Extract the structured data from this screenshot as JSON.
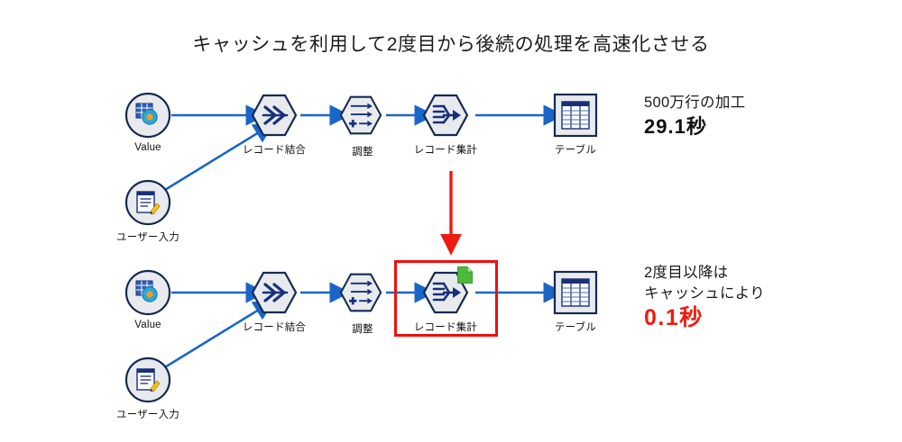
{
  "title": "キャッシュを利用して2度目から後続の処理を高速化させる",
  "colors": {
    "connector_blue": "#1966c8",
    "node_border": "#142a52",
    "node_fill": "#e8eaed",
    "icon_navy": "#17307a",
    "highlight_red": "#f20d0d",
    "arrow_red": "#ee1b11",
    "cache_green": "#4cbb3c",
    "background": "#ffffff"
  },
  "workflows": [
    {
      "id": "first-run",
      "nodes": [
        {
          "id": "value",
          "label": "Value",
          "icon": "grid-gear-icon",
          "shape": "circle"
        },
        {
          "id": "user-input",
          "label": "ユーザー入力",
          "icon": "document-pencil-icon",
          "shape": "circle"
        },
        {
          "id": "join",
          "label": "レコード結合",
          "icon": "double-chevron-icon",
          "shape": "hexagon"
        },
        {
          "id": "formula",
          "label": "調整",
          "icon": "arrows-plus-icon",
          "shape": "hexagon"
        },
        {
          "id": "summarize",
          "label": "レコード集計",
          "icon": "converge-arrow-icon",
          "shape": "hexagon"
        },
        {
          "id": "table",
          "label": "テーブル",
          "icon": "table-grid-icon",
          "shape": "square"
        }
      ],
      "annotation": {
        "line1": "500万行の加工",
        "time": "29.1秒"
      }
    },
    {
      "id": "cached-run",
      "nodes": [
        {
          "id": "value",
          "label": "Value",
          "icon": "grid-gear-icon",
          "shape": "circle"
        },
        {
          "id": "user-input",
          "label": "ユーザー入力",
          "icon": "document-pencil-icon",
          "shape": "circle"
        },
        {
          "id": "join",
          "label": "レコード結合",
          "icon": "double-chevron-icon",
          "shape": "hexagon"
        },
        {
          "id": "formula",
          "label": "調整",
          "icon": "arrows-plus-icon",
          "shape": "hexagon"
        },
        {
          "id": "summarize",
          "label": "レコード集計",
          "icon": "converge-arrow-icon",
          "shape": "hexagon",
          "cached": true
        },
        {
          "id": "table",
          "label": "テーブル",
          "icon": "table-grid-icon",
          "shape": "square"
        }
      ],
      "annotation": {
        "line1": "2度目以降は",
        "line2": "キャッシュにより",
        "time": "0.1秒"
      }
    }
  ],
  "transition": {
    "icon": "red-down-arrow-icon"
  }
}
